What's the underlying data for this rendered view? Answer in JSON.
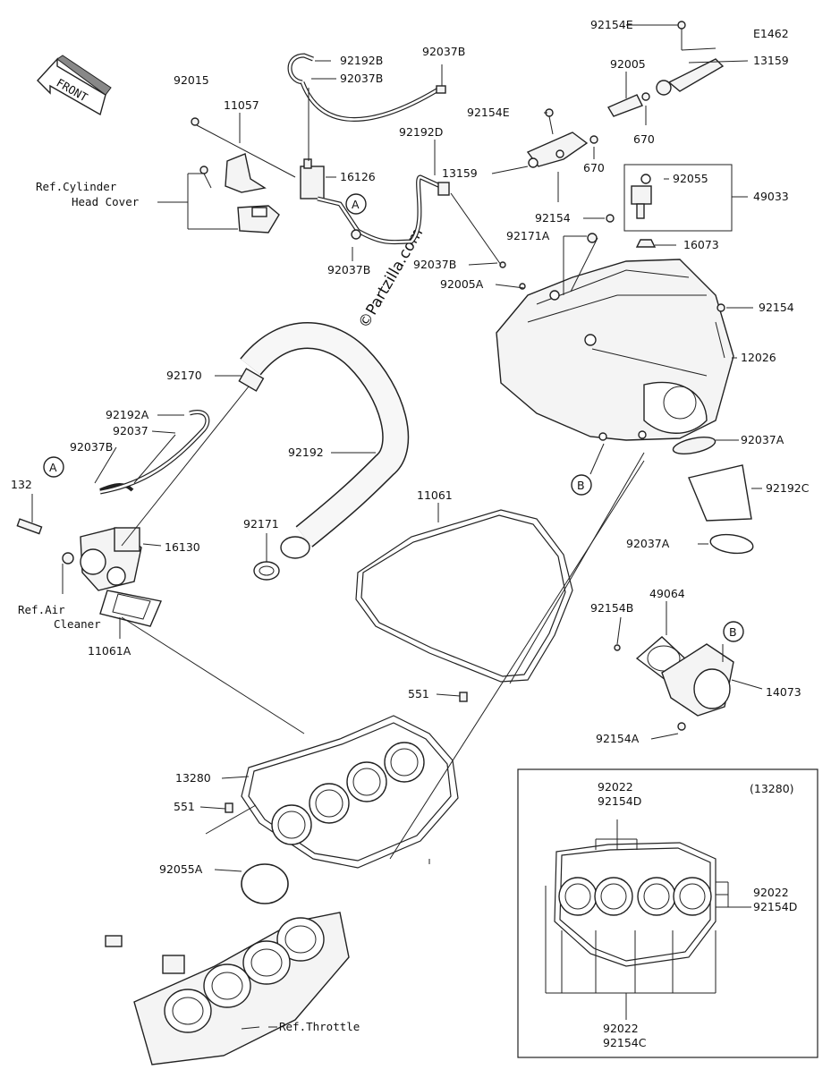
{
  "diagram": {
    "code": "E1462",
    "watermark": "©Partzilla.com",
    "front_label": "FRONT",
    "callouts": {
      "a_top": "A",
      "a_left": "A",
      "b_mid": "B",
      "b_right": "B"
    },
    "inset_ref": "(13280)",
    "labels": {
      "p92154E_top": "92154E",
      "p13159_top": "13159",
      "p92005": "92005",
      "p92154E_mid": "92154E",
      "p670_right": "670",
      "p670_left": "670",
      "p13159_mid": "13159",
      "p92192B": "92192B",
      "p92037B_top1": "92037B",
      "p92037B_top2": "92037B",
      "p92015": "92015",
      "p11057": "11057",
      "p16126": "16126",
      "p92192D": "92192D",
      "p92037B_mid": "92037B",
      "ref_cyl1": "Ref.Cylinder",
      "ref_cyl2": "Head Cover",
      "p92055_top": "92055",
      "p49033": "49033",
      "p92154_top": "92154",
      "p92171A": "92171A",
      "p16073": "16073",
      "p92037B_c": "92037B",
      "p92005A": "92005A",
      "p92154_right": "92154",
      "p12026": "12026",
      "p92170": "92170",
      "p92192A": "92192A",
      "p92037": "92037",
      "p92037B_left": "92037B",
      "p92192": "92192",
      "p92037A_top": "92037A",
      "p92192C": "92192C",
      "p132": "132",
      "p16130": "16130",
      "p11061": "11061",
      "p92171": "92171",
      "p92037A_mid": "92037A",
      "ref_air1": "Ref.Air",
      "ref_air2": "Cleaner",
      "p11061A": "11061A",
      "p92154B": "92154B",
      "p49064": "49064",
      "p14073": "14073",
      "p92154A": "92154A",
      "p551_top": "551",
      "p13280": "13280",
      "p551_left": "551",
      "p92055A": "92055A",
      "ref_throttle": "Ref.Throttle",
      "in_92022_top": "92022",
      "in_92154D_top": "92154D",
      "in_92022_right": "92022",
      "in_92154D_right": "92154D",
      "in_92022_bot": "92022",
      "in_92154C_bot": "92154C"
    }
  }
}
